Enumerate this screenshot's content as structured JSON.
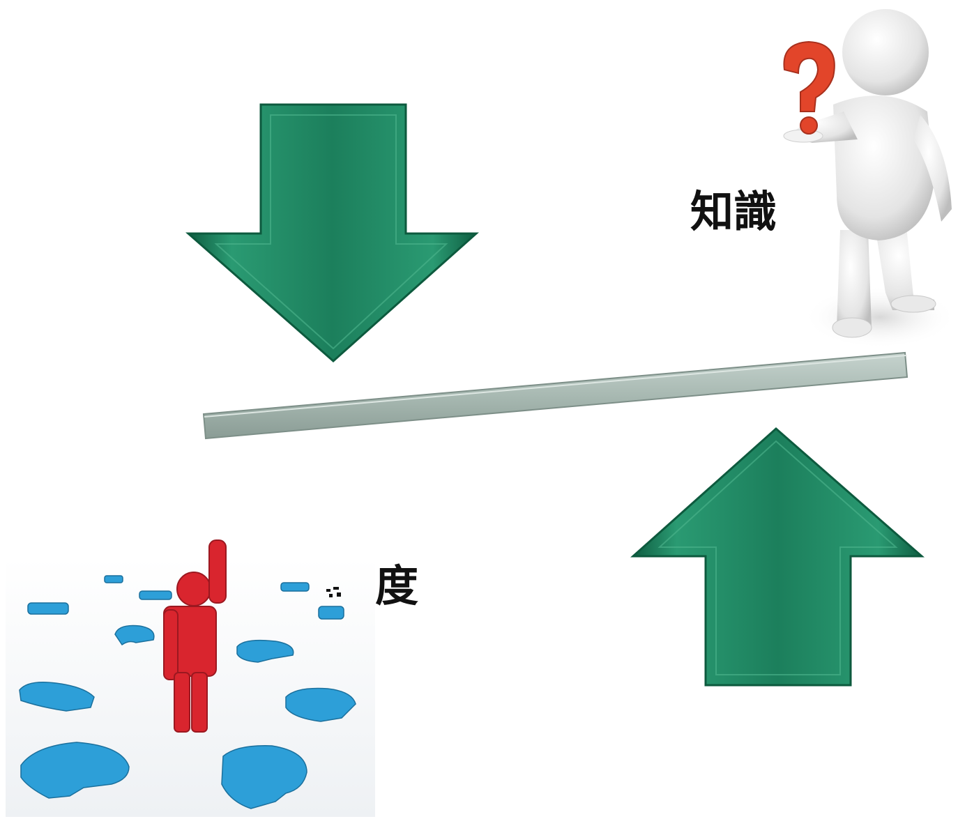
{
  "labels": {
    "knowledge": "知識",
    "attitude": "度"
  },
  "colors": {
    "arrow_fill": "#1a7a5a",
    "arrow_dark": "#0e5a40",
    "arrow_light": "#3aa07c",
    "beam_fill": "#a9bab3",
    "beam_edge": "#7d8f88",
    "question_red": "#e2452a",
    "question_blue": "#2d9fd8",
    "figure_red": "#d9252e",
    "figure_white": "#e8e8e8"
  },
  "icons": {
    "down_arrow": "arrow-down-icon",
    "up_arrow": "arrow-up-icon",
    "beam": "balance-beam",
    "thinking_person": "person-with-question-icon",
    "question_crowd": "question-marks-crowd-icon"
  }
}
